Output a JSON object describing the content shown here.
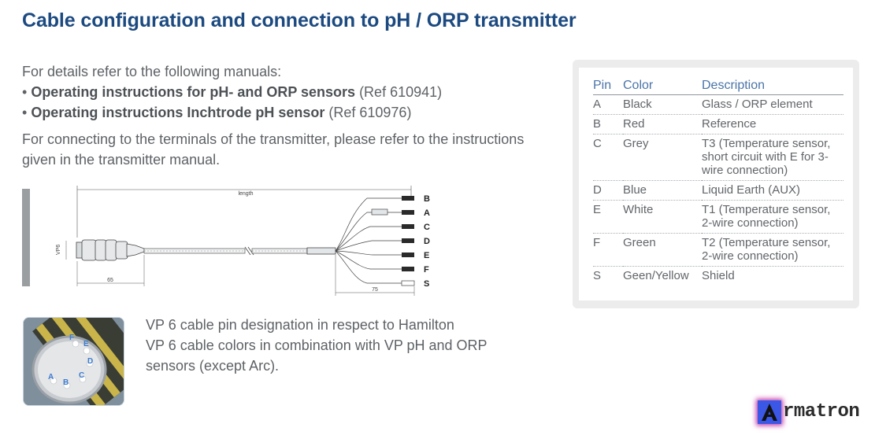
{
  "title": "Cable configuration and connection to pH / ORP transmitter",
  "intro": {
    "lead": "For details refer to the following manuals:",
    "bullets": [
      {
        "bold": "Operating instructions for pH- and ORP sensors",
        "ref": "(Ref 610941)"
      },
      {
        "bold": "Operating instructions Inchtrode pH sensor",
        "ref": "(Ref 610976)"
      }
    ],
    "connect": "For connecting to the terminals of the transmitter, please refer to the instructions given in the transmitter manual."
  },
  "diagram": {
    "length_label": "length",
    "vp_label": "VP6",
    "dim_65": "65",
    "dim_75": "75",
    "wire_labels": [
      "B",
      "A",
      "C",
      "D",
      "E",
      "F",
      "S"
    ]
  },
  "connector_pins": [
    "F",
    "E",
    "D",
    "C",
    "B",
    "A"
  ],
  "caption": [
    "VP 6 cable pin designation in respect to Hamilton",
    "VP 6 cable colors in combination with VP pH and ORP sensors (except Arc)."
  ],
  "pin_table": {
    "headers": {
      "pin": "Pin",
      "color": "Color",
      "description": "Description"
    },
    "rows": [
      {
        "pin": "A",
        "color": "Black",
        "description": "Glass / ORP element"
      },
      {
        "pin": "B",
        "color": "Red",
        "description": "Reference"
      },
      {
        "pin": "C",
        "color": "Grey",
        "description": "T3 (Temperature sensor, short circuit with E for 3-wire connection)"
      },
      {
        "pin": "D",
        "color": "Blue",
        "description": "Liquid Earth (AUX)"
      },
      {
        "pin": "E",
        "color": "White",
        "description": "T1 (Temperature sensor, 2-wire connection)"
      },
      {
        "pin": "F",
        "color": "Green",
        "description": "T2 (Temperature sensor, 2-wire connection)"
      },
      {
        "pin": "S",
        "color": "Geen/Yellow",
        "description": "Shield"
      }
    ]
  },
  "logo": {
    "mark": "A",
    "text": "rmatron",
    "color": "#3b57e6"
  },
  "colors": {
    "title": "#1c4a80",
    "table_header": "#4a74a8"
  }
}
